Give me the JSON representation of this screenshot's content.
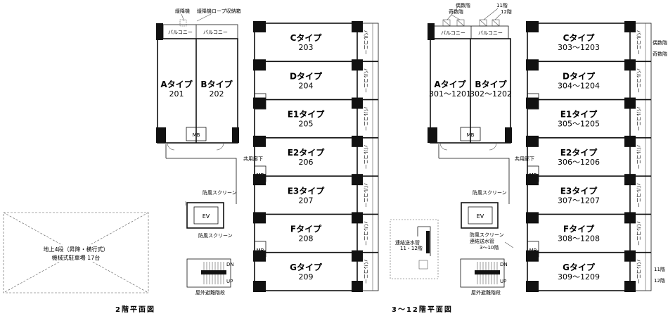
{
  "labels": {
    "balcony": "バルコニー",
    "mb": "MB",
    "ev": "EV",
    "corridor": "共用廊下",
    "wind_screen": "防風スクリーン",
    "stairs": "屋外避難階段",
    "up": "UP",
    "dn": "DN"
  },
  "floor2": {
    "caption": "2階平面図",
    "descender": "緩降機",
    "rope_box": "緩降機ロープ収納箱",
    "parking_line1": "地上4段（昇降・横行式）",
    "parking_line2": "機械式駐車場 17台",
    "unit_a_type": "Aタイプ",
    "unit_a_no": "201",
    "unit_b_type": "Bタイプ",
    "unit_b_no": "202",
    "units": [
      {
        "type": "Cタイプ",
        "no": "203"
      },
      {
        "type": "Dタイプ",
        "no": "204"
      },
      {
        "type": "E1タイプ",
        "no": "205"
      },
      {
        "type": "E2タイプ",
        "no": "206"
      },
      {
        "type": "E3タイプ",
        "no": "207"
      },
      {
        "type": "Fタイプ",
        "no": "208"
      },
      {
        "type": "Gタイプ",
        "no": "209"
      }
    ]
  },
  "floor3": {
    "caption": "3～12階平面図",
    "even_floor": "偶数階",
    "odd_floor": "奇数階",
    "floor11": "11階",
    "floor12": "12階",
    "pipe_line1": "連結送水管",
    "pipe_line2": "11・12階",
    "pipe2_line1": "連結送水管",
    "pipe2_line2": "3～10階",
    "unit_a_type": "Aタイプ",
    "unit_a_no": "301～1201",
    "unit_b_type": "Bタイプ",
    "unit_b_no": "302～1202",
    "units": [
      {
        "type": "Cタイプ",
        "no": "303～1203"
      },
      {
        "type": "Dタイプ",
        "no": "304～1204"
      },
      {
        "type": "E1タイプ",
        "no": "305～1205"
      },
      {
        "type": "E2タイプ",
        "no": "306～1206"
      },
      {
        "type": "E3タイプ",
        "no": "307～1207"
      },
      {
        "type": "Fタイプ",
        "no": "308～1208"
      },
      {
        "type": "Gタイプ",
        "no": "309～1209"
      }
    ]
  }
}
